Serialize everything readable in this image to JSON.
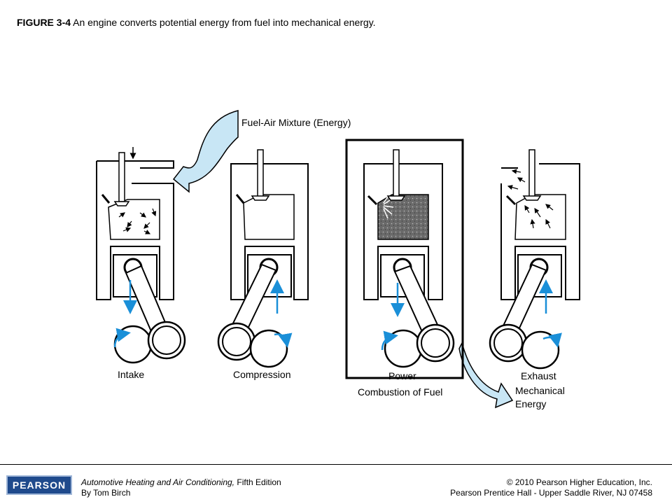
{
  "caption": {
    "figure_number": "FIGURE 3-4",
    "text": " An engine converts potential energy from fuel into mechanical energy."
  },
  "labels": {
    "fuel_air": "Fuel-Air Mixture (Energy)",
    "intake": "Intake",
    "compression": "Compression",
    "power": "Power",
    "exhaust": "Exhaust",
    "combustion": "Combustion of Fuel",
    "mechanical_line1": "Mechanical",
    "mechanical_line2": "Energy"
  },
  "footer": {
    "logo": "PEARSON",
    "book_title": "Automotive Heating and Air Conditioning,",
    "edition": " Fifth Edition",
    "author": "By Tom Birch",
    "copyright": "© 2010 Pearson Higher Education, Inc.",
    "publisher": "Pearson Prentice Hall - Upper Saddle River, NJ 07458"
  },
  "colors": {
    "arrow_fill": "#c8e6f5",
    "motion_arrow": "#1a8fd8",
    "combustion": "#555555",
    "logo_bg": "#1f4a8c"
  }
}
